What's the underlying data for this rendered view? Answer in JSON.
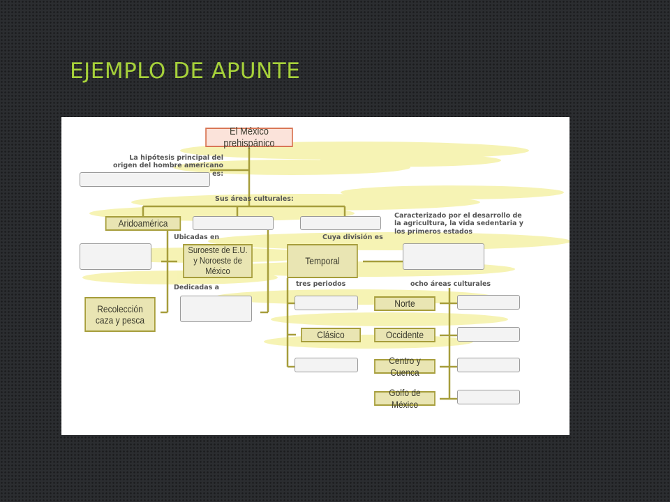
{
  "slide": {
    "title": "EJEMPLO DE APUNTE"
  },
  "diagram": {
    "nodes": {
      "title": "El México prehispánico",
      "aridoamerica": "Aridoamérica",
      "suroeste": "Suroeste de E.U. y Noroeste de México",
      "recoleccion": "Recolección caza y pesca",
      "temporal": "Temporal",
      "clasico": "Clásico",
      "norte": "Norte",
      "occidente": "Occidente",
      "centro": "Centro y Cuenca",
      "golfo": "Golfo de México"
    },
    "labels": {
      "hipotesis": "La hipótesis principal del origen del hombre americano es:",
      "areas": "Sus áreas culturales:",
      "caracterizado": "Caracterizado por el desarrollo de la agricultura, la vida sedentaria y los primeros estados",
      "ubicadas": "Ubicadas en",
      "cuya": "Cuya división es",
      "dedicadas": "Dedicadas a",
      "tres": "tres periodos",
      "ocho": "ocho áreas culturales"
    },
    "colors": {
      "node_fill": "#e9e5b3",
      "node_border": "#a69d3b",
      "title_fill": "#fbe3da",
      "title_border": "#d97756",
      "highlight": "#f4ef9c"
    }
  }
}
